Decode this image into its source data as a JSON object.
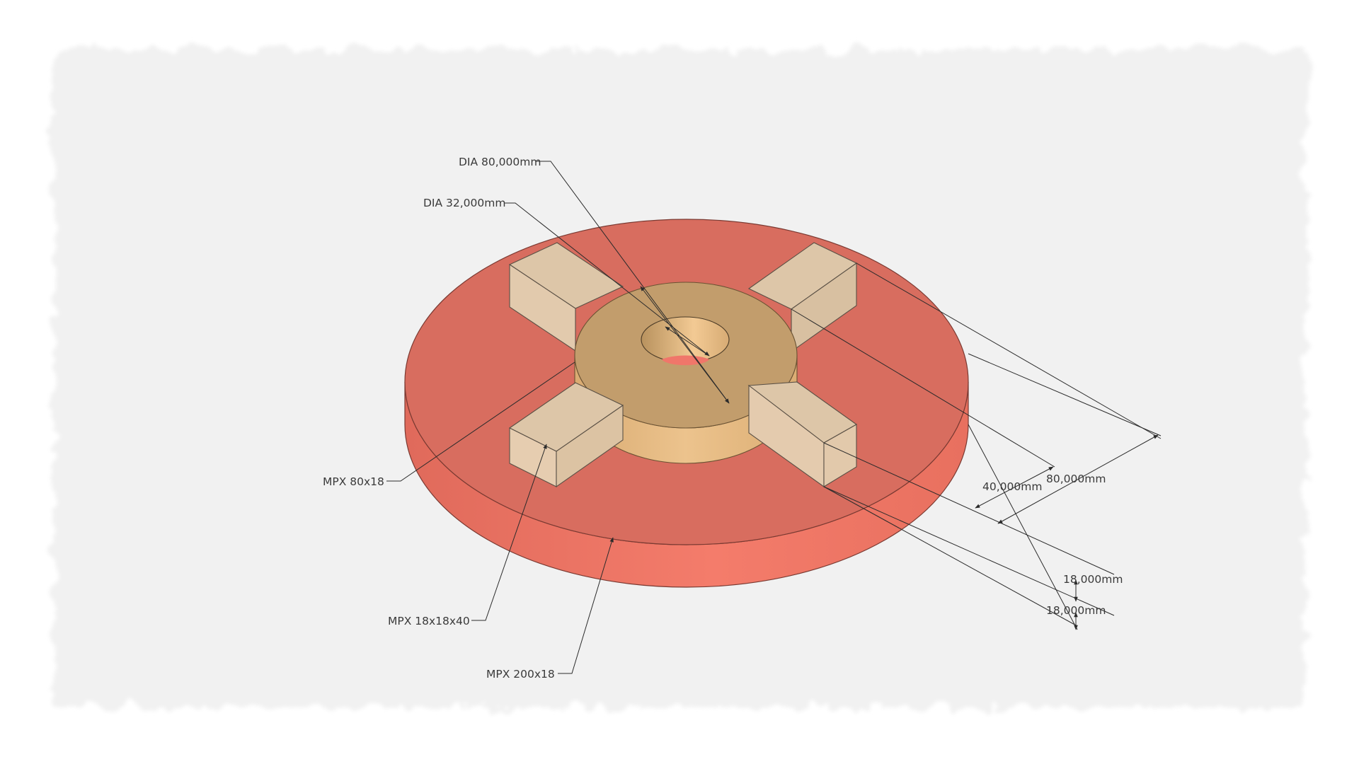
{
  "colors": {
    "paper": "#f2f2f2",
    "disc_top": "#d86d5f",
    "disc_side": "#f07868",
    "block_top": "#ddc6a8",
    "block_front": "#e6cdb0",
    "ring_top": "#c29d6c",
    "ring_side": "#e8bf8a",
    "hole_inner": "#efc690"
  },
  "annotations": {
    "dia_outer": "DIA 80,000mm",
    "dia_inner": "DIA 32,000mm",
    "disc_part": "MPX 200x18",
    "block_part": "MPX 18x18x40",
    "ring_part": "MPX 80x18",
    "dim_block_length": "40,000mm",
    "dim_offset": "80,000mm",
    "dim_block_height": "18,000mm",
    "dim_disc_height": "18,000mm"
  }
}
